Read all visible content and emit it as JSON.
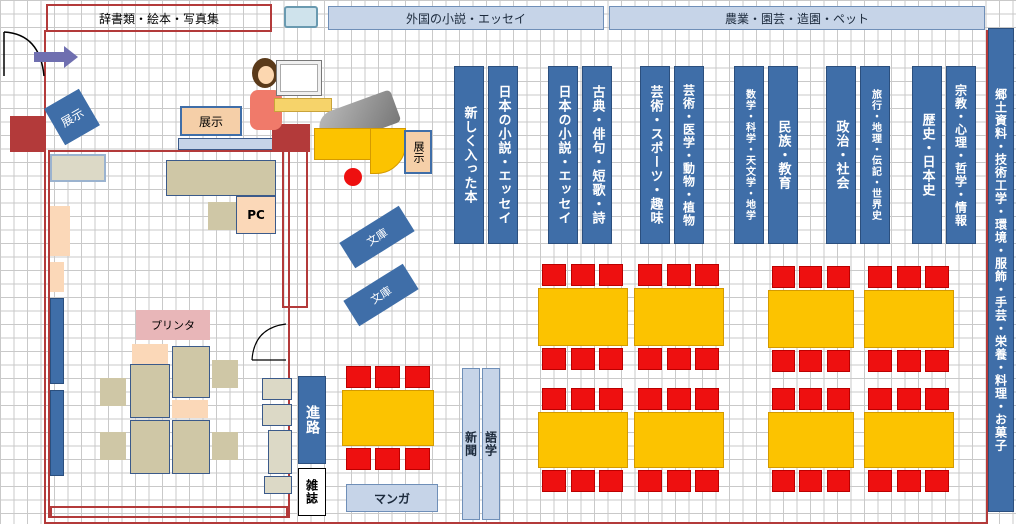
{
  "signs": {
    "dictionaries": "辞書類・絵本・写真集",
    "foreign_novels": "外国の小説・エッセイ",
    "agriculture": "農業・園芸・造園・ペット"
  },
  "shelves": {
    "new_books": "新しく入った本",
    "jp_novels_essays": "日本の小説・エッセイ",
    "jp_novels_essays_2": "日本の小説・エッセイ",
    "classics": "古典・俳句・短歌・詩",
    "arts_sports": "芸術・スポーツ・趣味",
    "arts_medicine": "芸術・医学・動物・植物",
    "math_science": "数学・科学・天文学・地学",
    "folk_education": "民族・教育",
    "politics_society": "政治・社会",
    "travel_geography": "旅行・地理・伝記・世界史",
    "history_jp": "歴史・日本史",
    "religion": "宗教・心理・哲学・情報",
    "local": "郷土資料・技術工学・環境・服飾・手芸・栄養・料理・お菓子",
    "newspaper": "新聞",
    "language": "語学"
  },
  "areas": {
    "display_1": "展示",
    "display_2": "展示",
    "display_3": "展示",
    "pc": "PC",
    "printer": "プリンタ",
    "bunko_1": "文庫",
    "bunko_2": "文庫",
    "path": "進路",
    "magazines": "雑誌",
    "manga": "マンガ"
  }
}
